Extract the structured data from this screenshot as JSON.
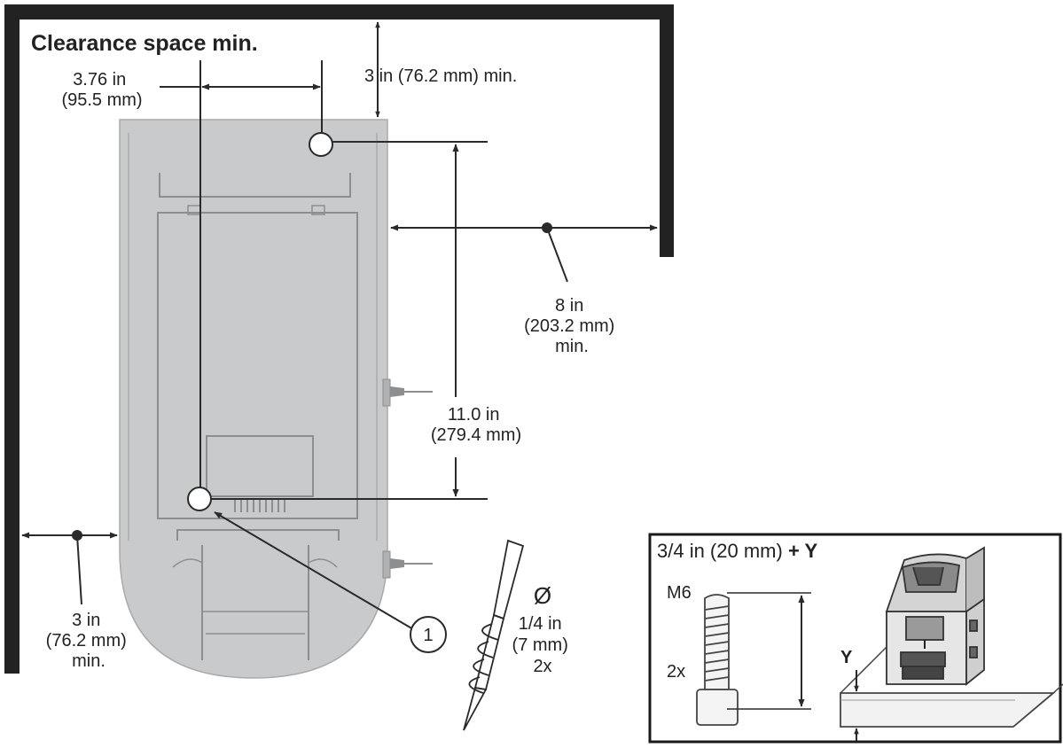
{
  "title": "Clearance space min.",
  "dimensions": {
    "side_offset": {
      "line1": "3.76 in",
      "line2": "(95.5 mm)"
    },
    "top_clearance": {
      "line1": "3 in (76.2 mm) min."
    },
    "right_clearance": {
      "line1": "8 in",
      "line2": "(203.2 mm)",
      "line3": "min."
    },
    "hole_spacing": {
      "line1": "11.0 in",
      "line2": "(279.4 mm)"
    },
    "left_clearance": {
      "line1": "3 in",
      "line2": "(76.2 mm)",
      "line3": "min."
    }
  },
  "callout": {
    "number": "1"
  },
  "drill": {
    "symbol": "Ø",
    "line1": "1/4 in",
    "line2": "(7 mm)",
    "line3": "2x"
  },
  "inset": {
    "title_main": "3/4 in (20 mm)",
    "title_plus_y": "+ Y",
    "bolt_label": "M6",
    "bolt_qty": "2x",
    "y_label": "Y"
  },
  "colors": {
    "wall": "#222222",
    "printer_body": "#c9cacb",
    "printer_detail": "#8d8e90",
    "line": "#2a2a2a"
  }
}
